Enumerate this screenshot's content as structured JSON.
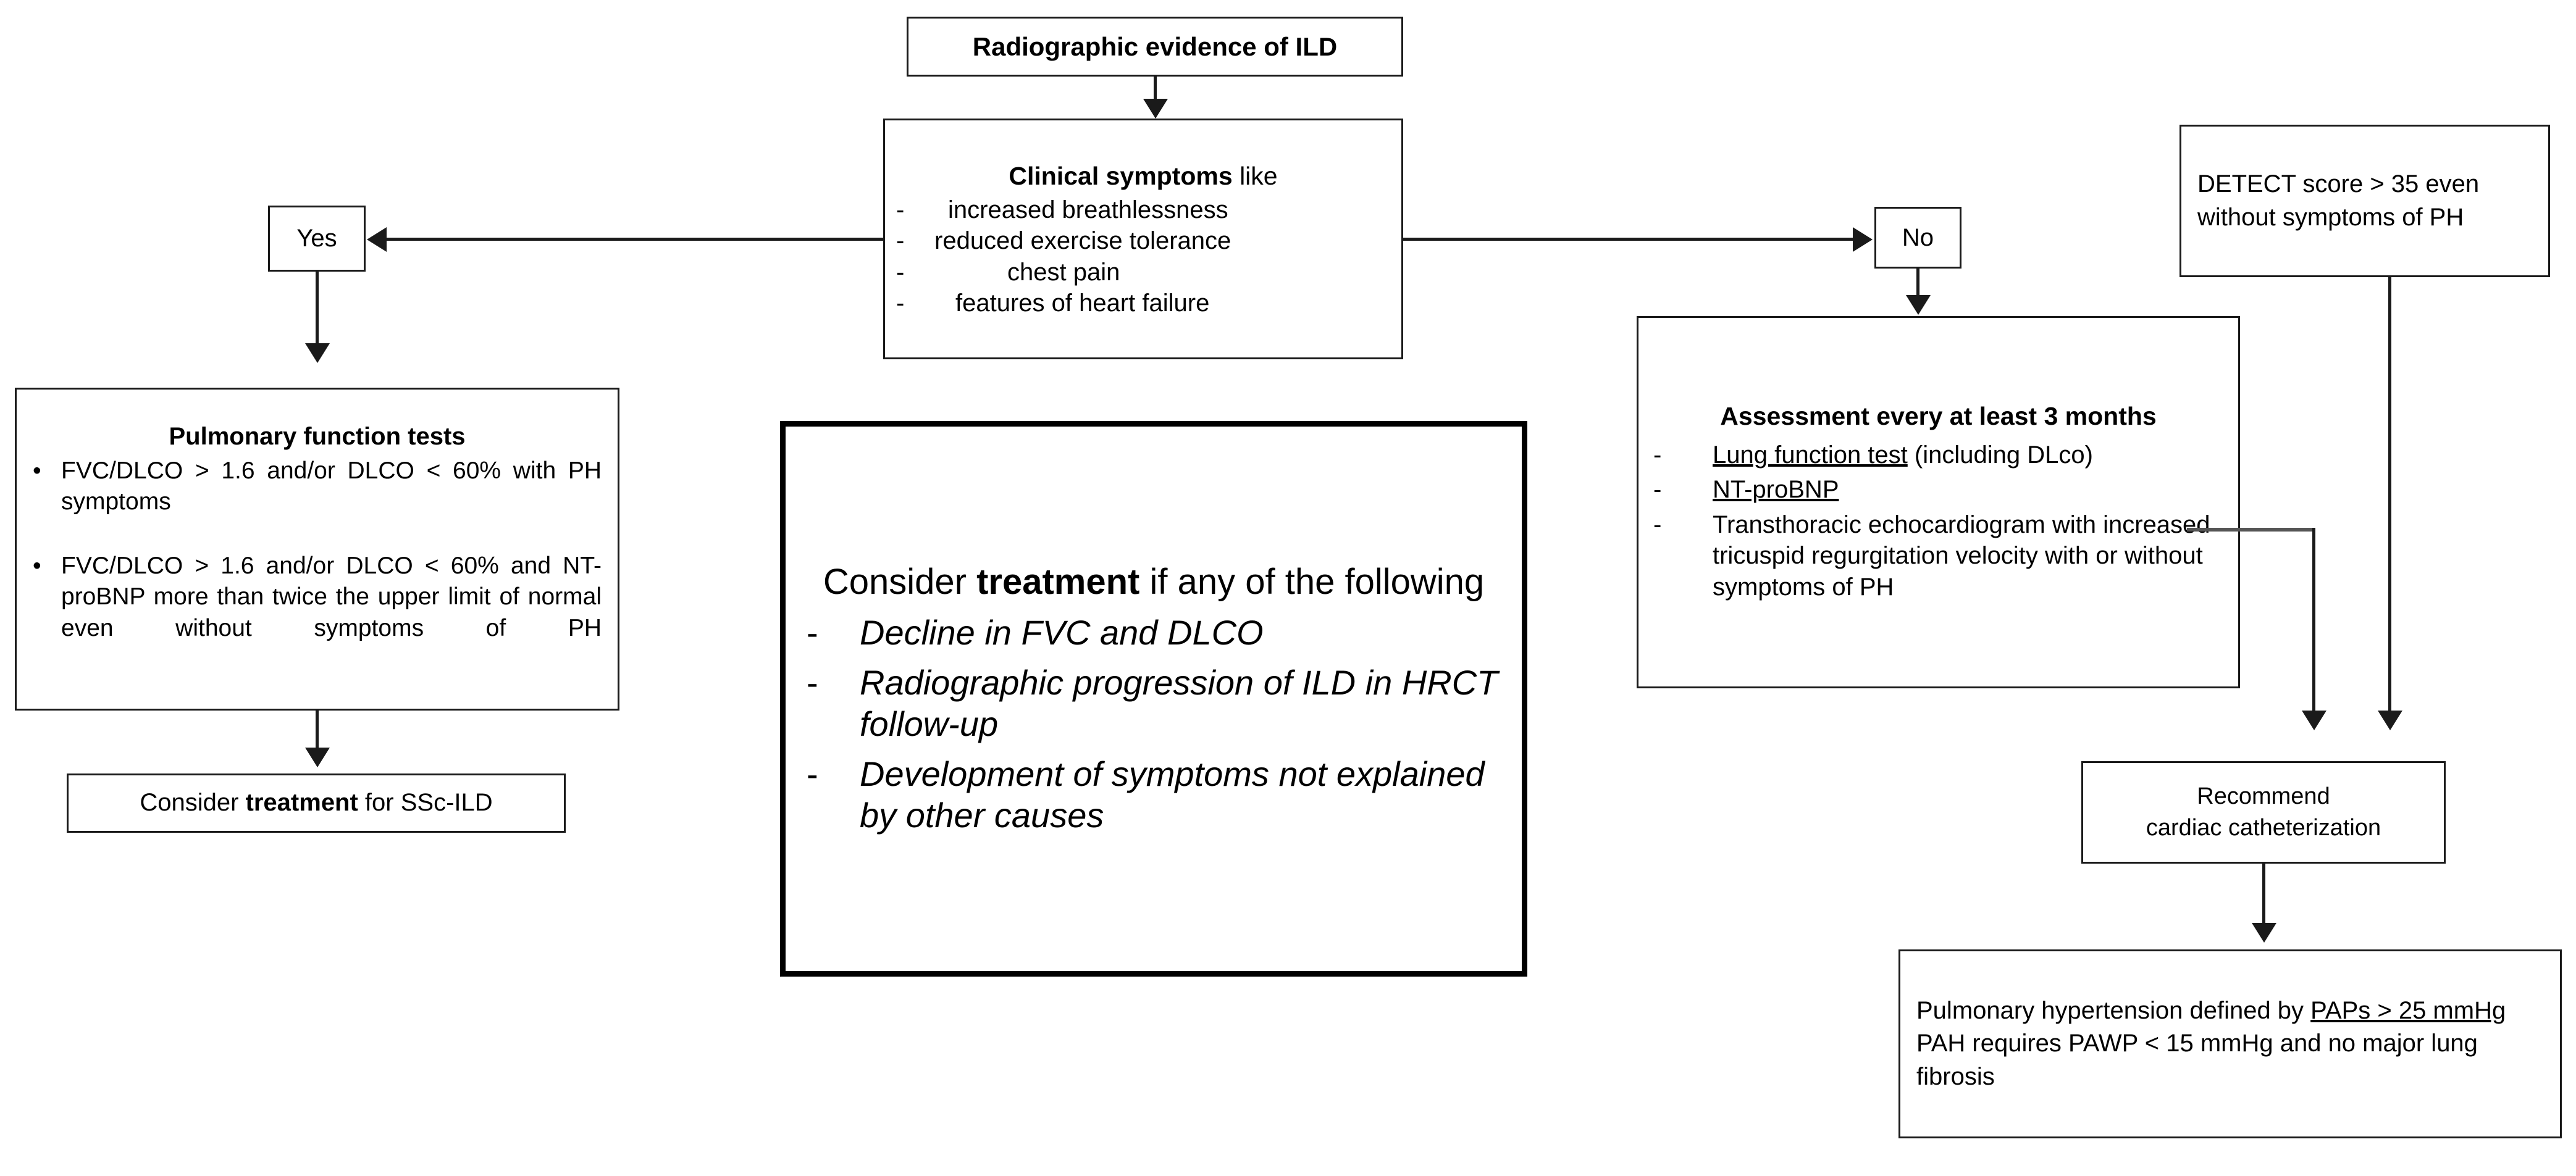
{
  "diagram": {
    "nodes": {
      "radiographic": {
        "text": "Radiographic evidence of ILD"
      },
      "clinical": {
        "header_bold": "Clinical symptoms",
        "header_rest": " like",
        "items": [
          "increased breathlessness",
          "reduced exercise tolerance",
          "chest pain",
          "features of heart failure"
        ],
        "dash": "-"
      },
      "yes": {
        "label": "Yes"
      },
      "no": {
        "label": "No"
      },
      "pft": {
        "header": "Pulmonary function tests",
        "bullet_glyph": "•",
        "bullets": [
          "FVC/DLCO > 1.6 and/or DLCO < 60% with PH symptoms",
          "FVC/DLCO > 1.6 and/or DLCO < 60% and NT-proBNP more than twice the upper limit of normal even without symptoms of PH"
        ]
      },
      "ssc_ild": {
        "prefix": "Consider ",
        "bold": "treatment",
        "suffix": " for SSc-ILD"
      },
      "consider_treatment": {
        "header_prefix": "Consider ",
        "header_bold": "treatment",
        "header_suffix": " if any of the following",
        "dash": "-",
        "items": [
          "Decline in FVC and DLCO",
          "Radiographic progression of ILD in HRCT follow-up",
          "Development of symptoms not explained by other causes"
        ]
      },
      "assessment": {
        "header": "Assessment every at least 3 months",
        "dash": "-",
        "items": [
          {
            "underlined": "Lung function test",
            "rest": " (including DLco)"
          },
          {
            "underlined": "NT-proBNP",
            "rest": ""
          },
          {
            "underlined": "",
            "rest": "Transthoracic echocardiogram with increased tricuspid regurgitation velocity with or without symptoms of PH"
          }
        ]
      },
      "detect": {
        "text": "DETECT score > 35 even without symptoms of PH"
      },
      "cardiac_cath": {
        "line1": "Recommend",
        "line2": "cardiac catheterization"
      },
      "pulmonary_hypertension": {
        "line1_prefix": "Pulmonary hypertension defined by ",
        "line1_underlined": "PAPs > 25 mmHg",
        "line2": "PAH requires PAWP < 15 mmHg and no major lung fibrosis"
      }
    },
    "colors": {
      "stroke": "#1a1a1a",
      "thick_stroke": "#000000",
      "background": "#ffffff",
      "text": "#000000"
    }
  }
}
